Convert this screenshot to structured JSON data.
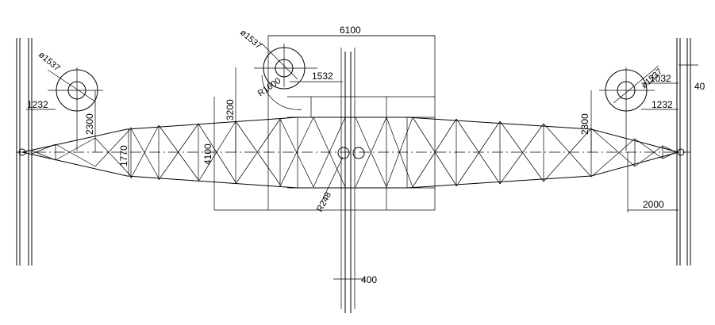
{
  "dimensions": {
    "span_top": "6100",
    "dia_center": "ø1537",
    "dia_left": "ø1537",
    "dia_right": "ø1537",
    "offset_center": "1532",
    "offset_left": "1232",
    "offset_right_upper": "1032",
    "offset_right_lower": "1232",
    "edge_right": "40",
    "radius_1600": "R1600",
    "radius_248": "R248",
    "height_3200": "3200",
    "height_4100": "4100",
    "height_1770": "1770",
    "height_2300_left": "2300",
    "height_2300_right": "2300",
    "length_2000": "2000",
    "gap_400": "400"
  }
}
